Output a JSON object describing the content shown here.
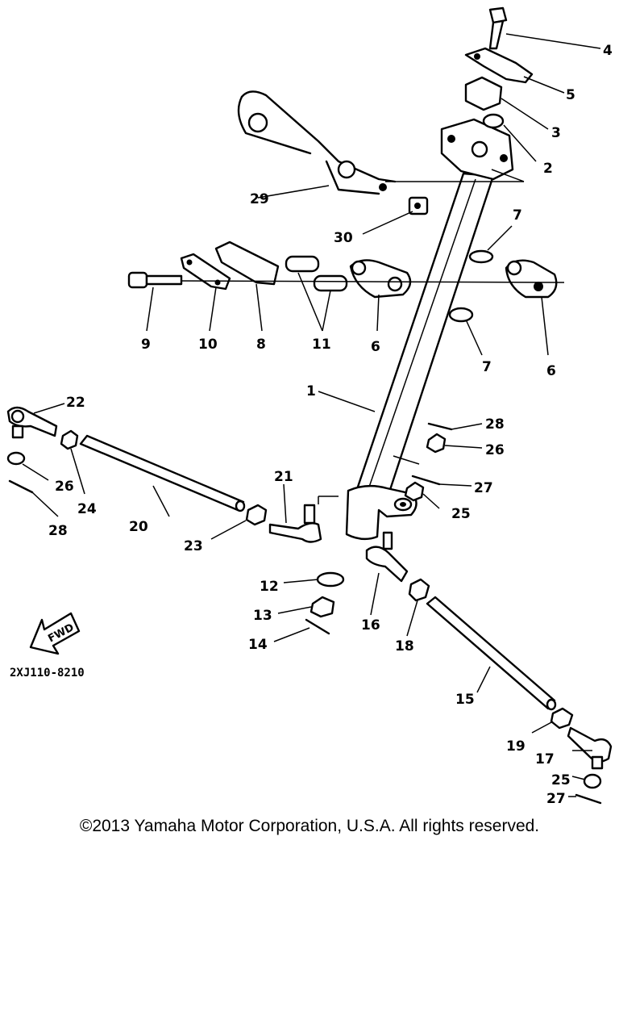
{
  "diagram": {
    "callouts": [
      {
        "id": "c1",
        "text": "1"
      },
      {
        "id": "c2",
        "text": "2"
      },
      {
        "id": "c3",
        "text": "3"
      },
      {
        "id": "c4",
        "text": "4"
      },
      {
        "id": "c5",
        "text": "5"
      },
      {
        "id": "c6a",
        "text": "6"
      },
      {
        "id": "c6b",
        "text": "6"
      },
      {
        "id": "c7a",
        "text": "7"
      },
      {
        "id": "c7b",
        "text": "7"
      },
      {
        "id": "c8",
        "text": "8"
      },
      {
        "id": "c9",
        "text": "9"
      },
      {
        "id": "c10",
        "text": "10"
      },
      {
        "id": "c11",
        "text": "11"
      },
      {
        "id": "c12",
        "text": "12"
      },
      {
        "id": "c13",
        "text": "13"
      },
      {
        "id": "c14",
        "text": "14"
      },
      {
        "id": "c15",
        "text": "15"
      },
      {
        "id": "c16",
        "text": "16"
      },
      {
        "id": "c17",
        "text": "17"
      },
      {
        "id": "c18",
        "text": "18"
      },
      {
        "id": "c19",
        "text": "19"
      },
      {
        "id": "c20",
        "text": "20"
      },
      {
        "id": "c21",
        "text": "21"
      },
      {
        "id": "c22",
        "text": "22"
      },
      {
        "id": "c23",
        "text": "23"
      },
      {
        "id": "c24",
        "text": "24"
      },
      {
        "id": "c25a",
        "text": "25"
      },
      {
        "id": "c25b",
        "text": "25"
      },
      {
        "id": "c26a",
        "text": "26"
      },
      {
        "id": "c26b",
        "text": "26"
      },
      {
        "id": "c27a",
        "text": "27"
      },
      {
        "id": "c27b",
        "text": "27"
      },
      {
        "id": "c28a",
        "text": "28"
      },
      {
        "id": "c28b",
        "text": "28"
      },
      {
        "id": "c29",
        "text": "29"
      },
      {
        "id": "c30",
        "text": "30"
      }
    ],
    "fwd_marker": "FWD",
    "drawing_code": "2XJ110-8210"
  },
  "footer": {
    "copyright": "©2013 Yamaha Motor Corporation, U.S.A. All rights reserved."
  }
}
